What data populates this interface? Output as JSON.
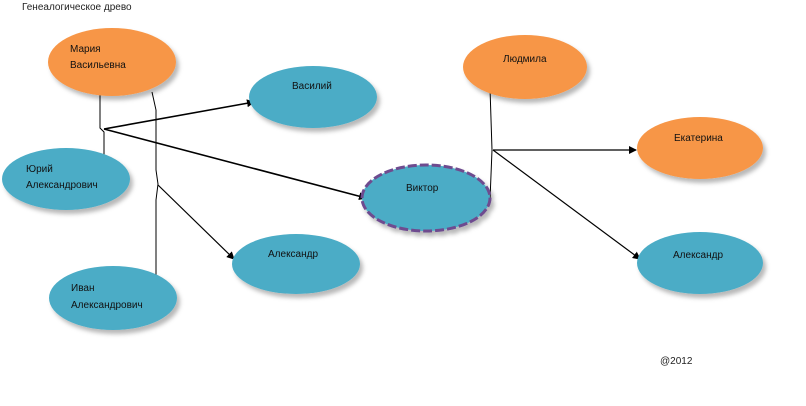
{
  "title": "Генеалогическое древо",
  "copyright": "@2012",
  "colors": {
    "female": "#F79646",
    "male": "#4BACC6",
    "line": "#000000",
    "highlight_border": "#6E4C8F"
  },
  "people": [
    {
      "id": "maria",
      "lines": [
        "Мария",
        "Васильевна"
      ],
      "gender": "female"
    },
    {
      "id": "vasily",
      "lines": [
        "Василий"
      ],
      "gender": "male"
    },
    {
      "id": "yuri",
      "lines": [
        "Юрий",
        "Александрович"
      ],
      "gender": "male"
    },
    {
      "id": "ivan",
      "lines": [
        "Иван",
        "Александрович"
      ],
      "gender": "male"
    },
    {
      "id": "alexander-1",
      "lines": [
        "Александр"
      ],
      "gender": "male"
    },
    {
      "id": "viktor",
      "lines": [
        "Виктор"
      ],
      "gender": "male",
      "highlighted": true
    },
    {
      "id": "lyudmila",
      "lines": [
        "Людмила"
      ],
      "gender": "female"
    },
    {
      "id": "ekaterina",
      "lines": [
        "Екатерина"
      ],
      "gender": "female"
    },
    {
      "id": "alexander-2",
      "lines": [
        "Александр"
      ],
      "gender": "male"
    }
  ]
}
